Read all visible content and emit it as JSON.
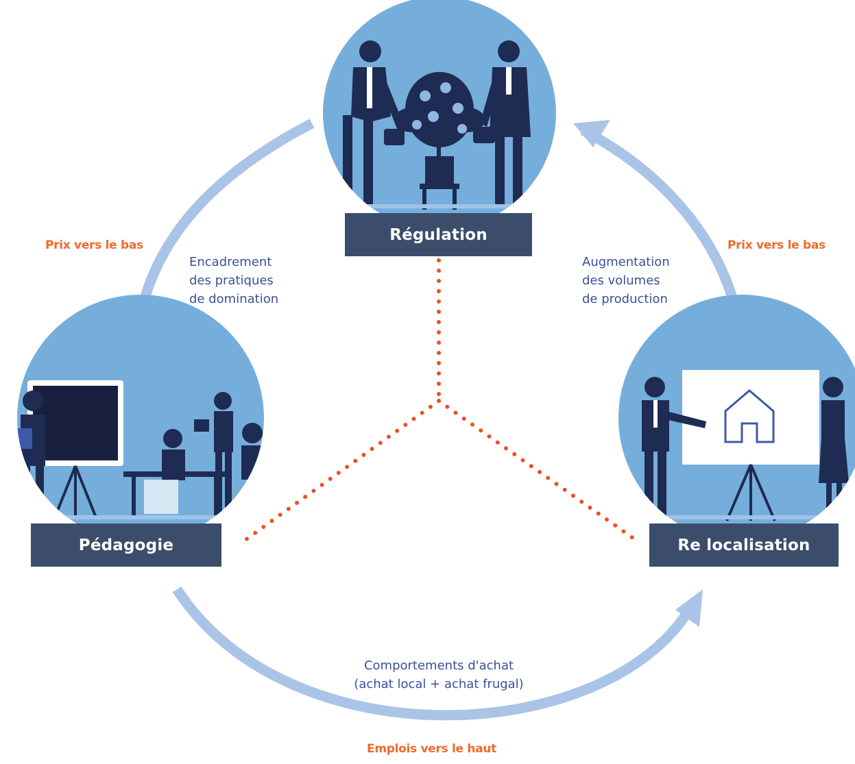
{
  "nodes": {
    "regulation": {
      "label": "Régulation"
    },
    "pedagogie": {
      "label": "Pédagogie"
    },
    "relocalisation": {
      "label": "Re localisation"
    }
  },
  "effects": {
    "left_price": "Prix vers le bas",
    "right_price": "Prix vers le bas",
    "bottom_jobs": "Emplois vers le haut"
  },
  "annotations": {
    "left": [
      "Encadrement",
      "des pratiques",
      "de domination"
    ],
    "right": [
      "Augmentation",
      "des volumes",
      "de production"
    ],
    "bottom": [
      "Comportements d'achat",
      "(achat local + achat frugal)"
    ]
  },
  "colors": {
    "circle": "#76aedb",
    "arrow": "#a9c4e6",
    "label_bg": "#3c4d6b",
    "dotted": "#f04e23",
    "orange_text": "#f06a2c",
    "blue_text": "#3b4f9a",
    "figure_dark": "#1e2b52"
  }
}
